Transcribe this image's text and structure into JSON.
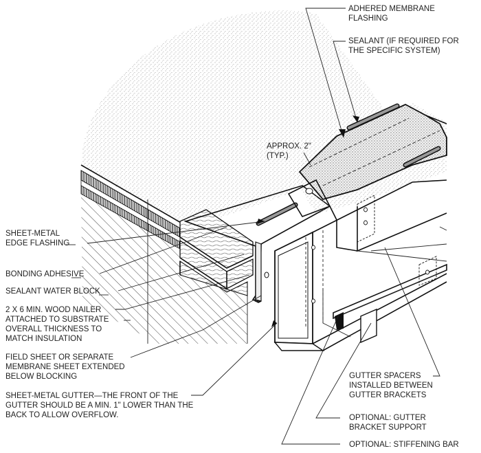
{
  "labels": {
    "adhered_membrane": [
      "ADHERED MEMBRANE",
      "FLASHING"
    ],
    "sealant_if_required": [
      "SEALANT (IF REQUIRED FOR",
      "THE SPECIFIC SYSTEM)"
    ],
    "approx": [
      "APPROX. 2\"",
      "(TYP.)"
    ],
    "edge_flashing": [
      "SHEET-METAL",
      "EDGE FLASHING"
    ],
    "bonding_adhesive": [
      "BONDING ADHESIVE"
    ],
    "sealant_water_block": [
      "SEALANT WATER BLOCK"
    ],
    "wood_nailer": [
      "2 X 6 MIN. WOOD NAILER",
      "ATTACHED TO SUBSTRATE",
      "OVERALL THICKNESS TO",
      "MATCH INSULATION"
    ],
    "field_sheet": [
      "FIELD SHEET OR SEPARATE",
      "MEMBRANE SHEET EXTENDED",
      "BELOW BLOCKING"
    ],
    "gutter_note": [
      "SHEET-METAL GUTTER—THE FRONT OF THE",
      "GUTTER SHOULD BE A MIN. 1\" LOWER THAN THE",
      "BACK TO ALLOW OVERFLOW."
    ],
    "gutter_spacers": [
      "GUTTER SPACERS",
      "INSTALLED BETWEEN",
      "GUTTER BRACKETS"
    ],
    "bracket_support": [
      "OPTIONAL: GUTTER",
      "BRACKET SUPPORT"
    ],
    "stiffening_bar": [
      "OPTIONAL: STIFFENING BAR"
    ]
  }
}
